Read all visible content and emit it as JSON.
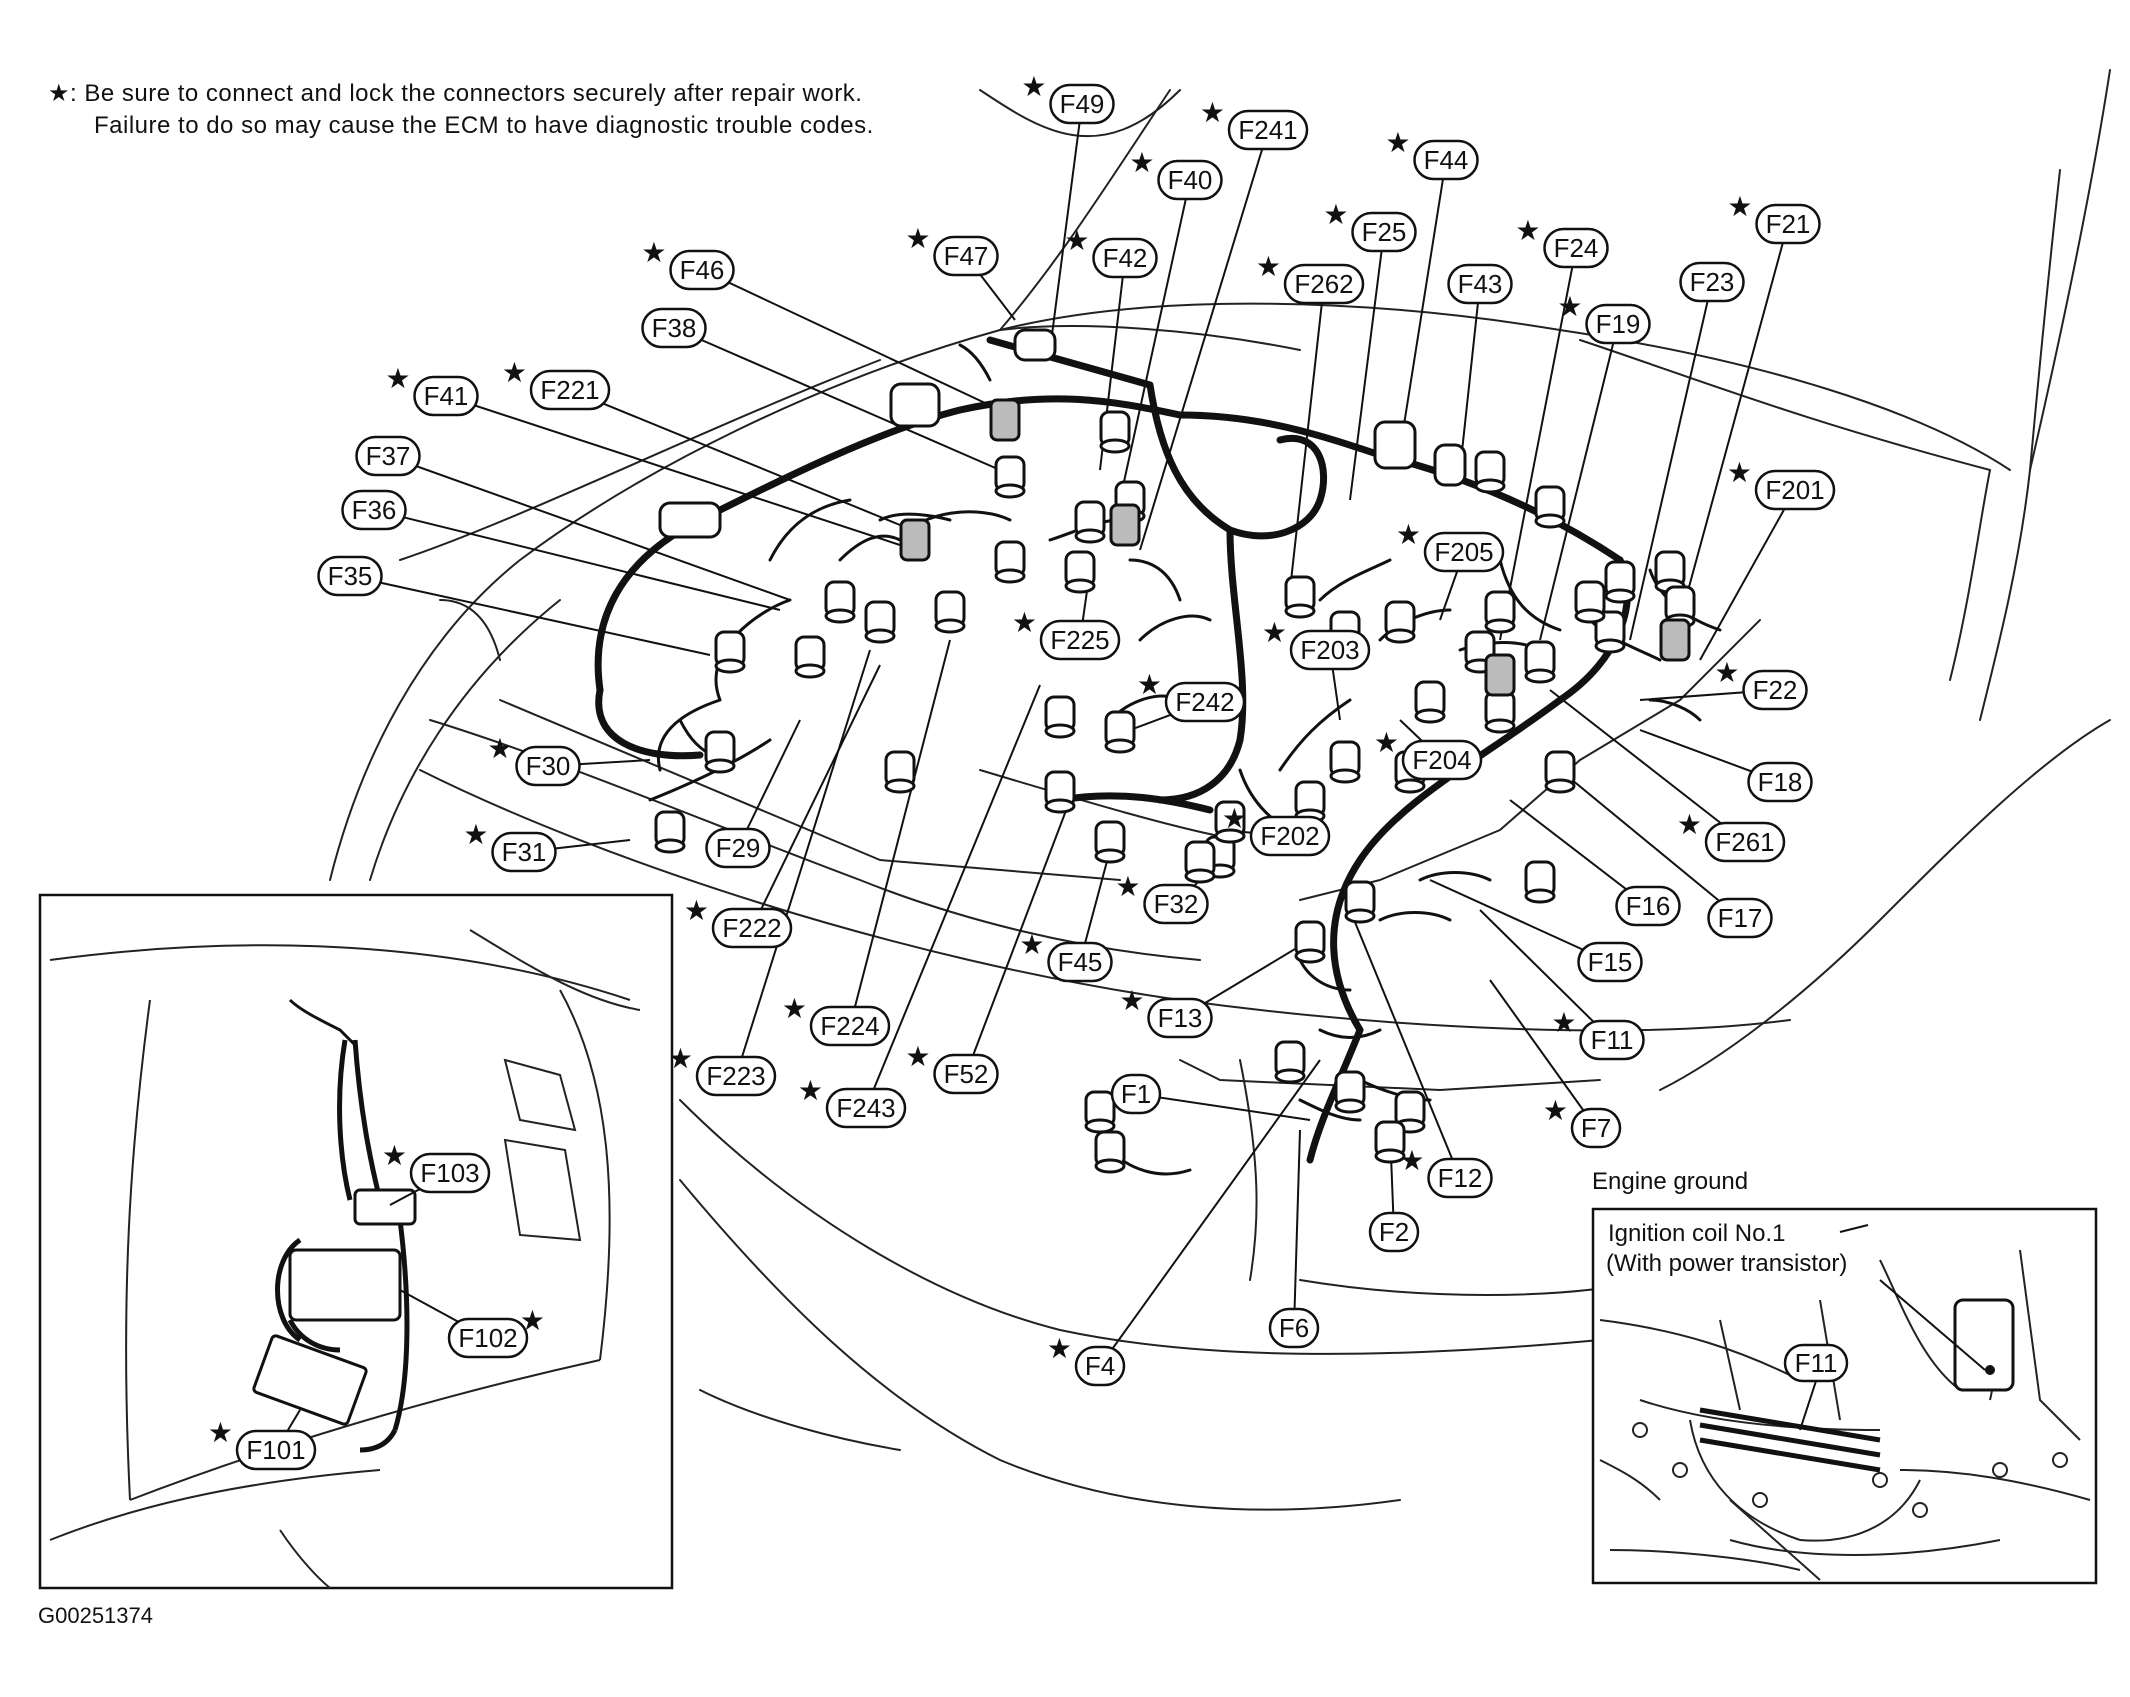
{
  "note": {
    "star": "★",
    "line1": ": Be sure to connect and lock the connectors securely after repair work.",
    "line2": "Failure to do so may cause the ECM to have diagnostic trouble codes."
  },
  "figure_id": "G00251374",
  "engine_ground": {
    "title": "Engine ground",
    "line1": "Ignition coil No.1",
    "line2": "(With power transistor)",
    "connector": "F11"
  },
  "connectors": [
    {
      "id": "F49",
      "star": true
    },
    {
      "id": "F241",
      "star": true
    },
    {
      "id": "F40",
      "star": true
    },
    {
      "id": "F44",
      "star": true
    },
    {
      "id": "F47",
      "star": true
    },
    {
      "id": "F42",
      "star": true
    },
    {
      "id": "F25",
      "star": true
    },
    {
      "id": "F24",
      "star": true
    },
    {
      "id": "F21",
      "star": true
    },
    {
      "id": "F46",
      "star": true
    },
    {
      "id": "F262",
      "star": true
    },
    {
      "id": "F43",
      "star": false
    },
    {
      "id": "F23",
      "star": false
    },
    {
      "id": "F19",
      "star": true
    },
    {
      "id": "F38",
      "star": false
    },
    {
      "id": "F41",
      "star": true
    },
    {
      "id": "F221",
      "star": true
    },
    {
      "id": "F37",
      "star": false
    },
    {
      "id": "F201",
      "star": true
    },
    {
      "id": "F36",
      "star": false
    },
    {
      "id": "F205",
      "star": true
    },
    {
      "id": "F35",
      "star": false
    },
    {
      "id": "F225",
      "star": true
    },
    {
      "id": "F203",
      "star": true
    },
    {
      "id": "F22",
      "star": true
    },
    {
      "id": "F242",
      "star": true
    },
    {
      "id": "F18",
      "star": false
    },
    {
      "id": "F204",
      "star": true
    },
    {
      "id": "F30",
      "star": true
    },
    {
      "id": "F202",
      "star": true
    },
    {
      "id": "F261",
      "star": true
    },
    {
      "id": "F31",
      "star": true
    },
    {
      "id": "F29",
      "star": false
    },
    {
      "id": "F32",
      "star": true
    },
    {
      "id": "F16",
      "star": false
    },
    {
      "id": "F17",
      "star": false
    },
    {
      "id": "F222",
      "star": true
    },
    {
      "id": "F45",
      "star": true
    },
    {
      "id": "F15",
      "star": false
    },
    {
      "id": "F13",
      "star": true
    },
    {
      "id": "F224",
      "star": true
    },
    {
      "id": "F11",
      "star": true
    },
    {
      "id": "F223",
      "star": true
    },
    {
      "id": "F52",
      "star": true
    },
    {
      "id": "F1",
      "star": false
    },
    {
      "id": "F243",
      "star": true
    },
    {
      "id": "F7",
      "star": true
    },
    {
      "id": "F12",
      "star": true
    },
    {
      "id": "F2",
      "star": false
    },
    {
      "id": "F6",
      "star": false
    },
    {
      "id": "F4",
      "star": true
    },
    {
      "id": "F103",
      "star": true
    },
    {
      "id": "F102",
      "star": true
    },
    {
      "id": "F101",
      "star": true
    }
  ]
}
